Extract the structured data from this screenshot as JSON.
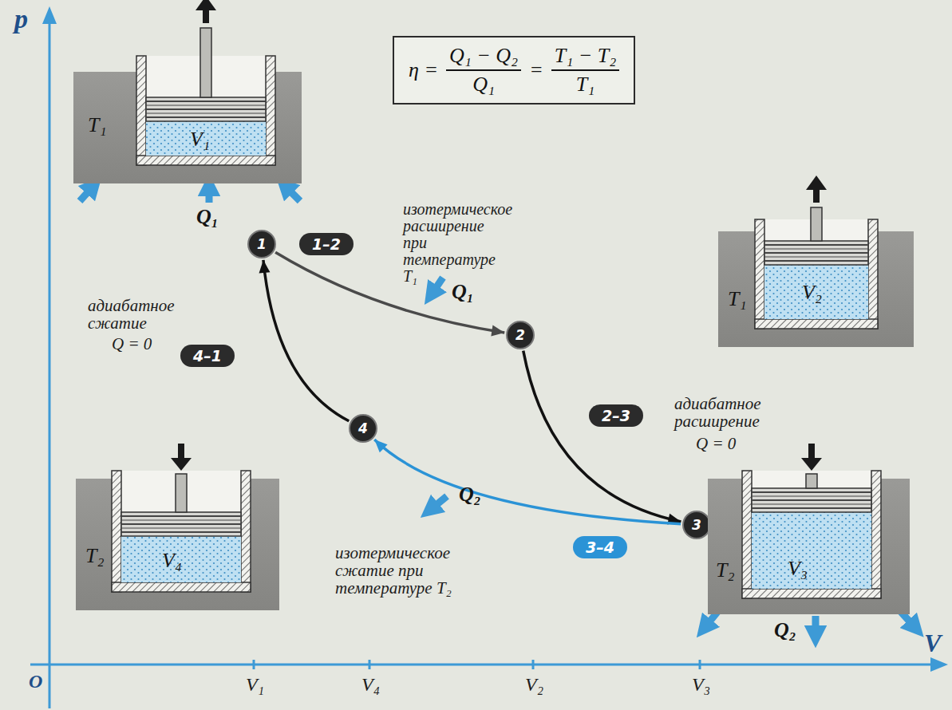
{
  "diagram": {
    "nodes": [
      {
        "text": [
          "η =",
          "Q₁ − Q₂",
          "Q₁",
          "=",
          "T₁ − T₂",
          "T₁"
        ]
      },
      {
        "text": [
          "T₁",
          "V₁"
        ]
      },
      {
        "text": [
          "1"
        ]
      },
      {
        "text": [
          "1–2"
        ]
      },
      {
        "text": [
          "T₁",
          "V₂"
        ]
      },
      {
        "text": [
          "2"
        ]
      },
      {
        "text": [
          "4–1"
        ]
      },
      {
        "text": [
          "2–3"
        ]
      },
      {
        "text": [
          "4"
        ]
      },
      {
        "text": [
          "T₂",
          "V₄"
        ]
      },
      {
        "text": [
          "3"
        ]
      },
      {
        "text": [
          "3–4"
        ]
      },
      {
        "text": [
          "T₂",
          "V₃"
        ]
      }
    ],
    "edges": [
      {
        "from": 2,
        "to": 5,
        "arrow": "to"
      },
      {
        "from": 5,
        "to": 10,
        "arrow": "to"
      },
      {
        "from": 10,
        "to": 8,
        "arrow": "to"
      },
      {
        "from": 8,
        "to": 2,
        "arrow": "to"
      }
    ],
    "labels": [
      "p",
      "Q₁",
      "изотермическое расширение при температуре T₁",
      "Q₁",
      "адиабатное сжатие",
      "Q = 0",
      "адиабатное расширение",
      "Q = 0",
      "Q₂",
      "изотермическое сжатие при температуре T₂",
      "Q₂",
      "O",
      "V₁",
      "V₄",
      "V₂",
      "V₃",
      "V"
    ]
  }
}
